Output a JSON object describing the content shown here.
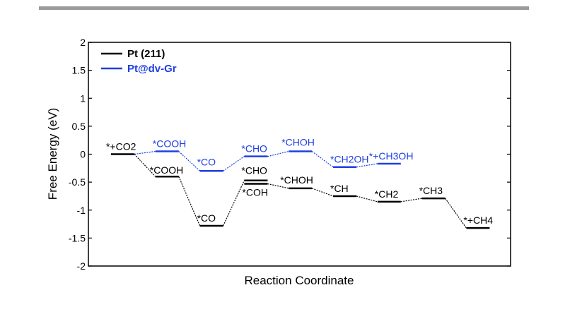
{
  "chart_data": {
    "type": "line",
    "title": "",
    "xlabel": "Reaction Coordinate",
    "ylabel": "Free Energy (eV)",
    "ylim": [
      -2,
      2
    ],
    "yticks": [
      2,
      1.5,
      1,
      0.5,
      0,
      -0.5,
      -1,
      -1.5,
      -2
    ],
    "ytick_labels": [
      "2",
      "1.5",
      "1",
      "0.5",
      "0",
      "-0.5",
      "-1",
      "-1.5",
      "-2"
    ],
    "legend_position": "top-left",
    "series": [
      {
        "name": "Pt (211)",
        "color": "#000000",
        "points": [
          {
            "step": 0,
            "value": 0,
            "label": "*+CO2"
          },
          {
            "step": 1,
            "value": -0.4,
            "label": "*COOH"
          },
          {
            "step": 2,
            "value": -1.28,
            "label": "*CO"
          },
          {
            "step": 3,
            "value": -0.47,
            "label": "*CHO"
          },
          {
            "step": 3,
            "value": -0.53,
            "label": "*COH"
          },
          {
            "step": 4,
            "value": -0.61,
            "label": "*CHOH"
          },
          {
            "step": 5,
            "value": -0.75,
            "label": "*CH"
          },
          {
            "step": 6,
            "value": -0.85,
            "label": "*CH2"
          },
          {
            "step": 7,
            "value": -0.79,
            "label": "*CH3"
          },
          {
            "step": 8,
            "value": -1.32,
            "label": "*+CH4"
          }
        ]
      },
      {
        "name": "Pt@dv-Gr",
        "color": "#1f3fe0",
        "points": [
          {
            "step": 1,
            "value": 0.05,
            "label": "*COOH"
          },
          {
            "step": 2,
            "value": -0.3,
            "label": "*CO"
          },
          {
            "step": 3,
            "value": -0.04,
            "label": "*CHO"
          },
          {
            "step": 4,
            "value": 0.05,
            "label": "*CHOH"
          },
          {
            "step": 5,
            "value": -0.23,
            "label": "*CH2OH"
          },
          {
            "step": 6,
            "value": -0.17,
            "label": "*+CH3OH"
          }
        ]
      }
    ]
  }
}
